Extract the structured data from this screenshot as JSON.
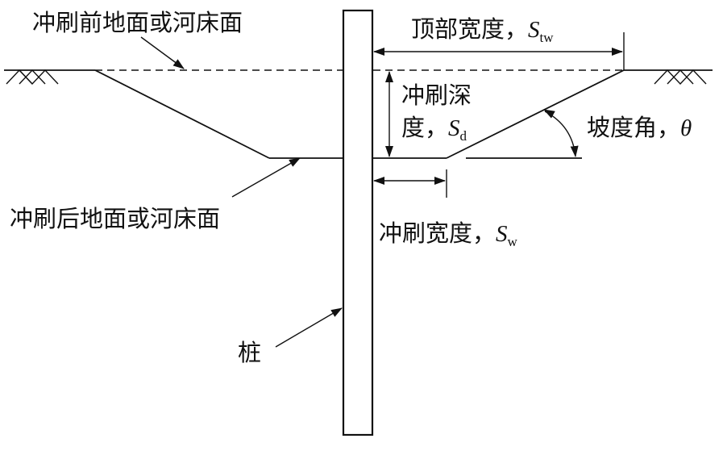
{
  "labels": {
    "pre_scour_surface": "冲刷前地面或河床面",
    "post_scour_surface": "冲刷后地面或河床面",
    "pile": "桩",
    "top_width": {
      "text": "顶部宽度，",
      "symbol": "S",
      "subscript": "tw"
    },
    "scour_depth": {
      "line1": "冲刷深",
      "line2": "度，",
      "symbol": "S",
      "subscript": "d"
    },
    "slope_angle": {
      "text": "坡度角，",
      "symbol": "θ"
    },
    "scour_width": {
      "text": "冲刷宽度，",
      "symbol": "S",
      "subscript": "w"
    }
  },
  "colors": {
    "line": "#111111",
    "background": "#ffffff"
  }
}
